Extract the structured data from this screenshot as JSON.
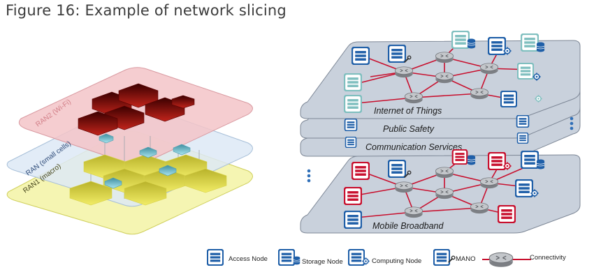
{
  "figure": {
    "title": "Figure 16: Example of network slicing"
  },
  "left_stack": {
    "top_label": "RAN2 (Wi-Fi)",
    "middle_label": "RAN (small cells)",
    "bottom_label": "RAN1 (macro)"
  },
  "slices": {
    "iot": "Internet of Things",
    "public_safety": "Public Safety",
    "communication": "Communication Services",
    "mobile_broadband": "Mobile Broadband"
  },
  "legend": {
    "access": "Access Node",
    "storage": "Storage Node",
    "computing": "Computing Node",
    "mano": "MANO",
    "connectivity": "Connectivity"
  },
  "colors": {
    "link": "#c8102e",
    "blue_node": "#1f5fa8",
    "red_node": "#c8102e",
    "teal_node": "#7fbfbf",
    "plane": "#c9d1dc",
    "plane_stroke": "#7d8796"
  }
}
